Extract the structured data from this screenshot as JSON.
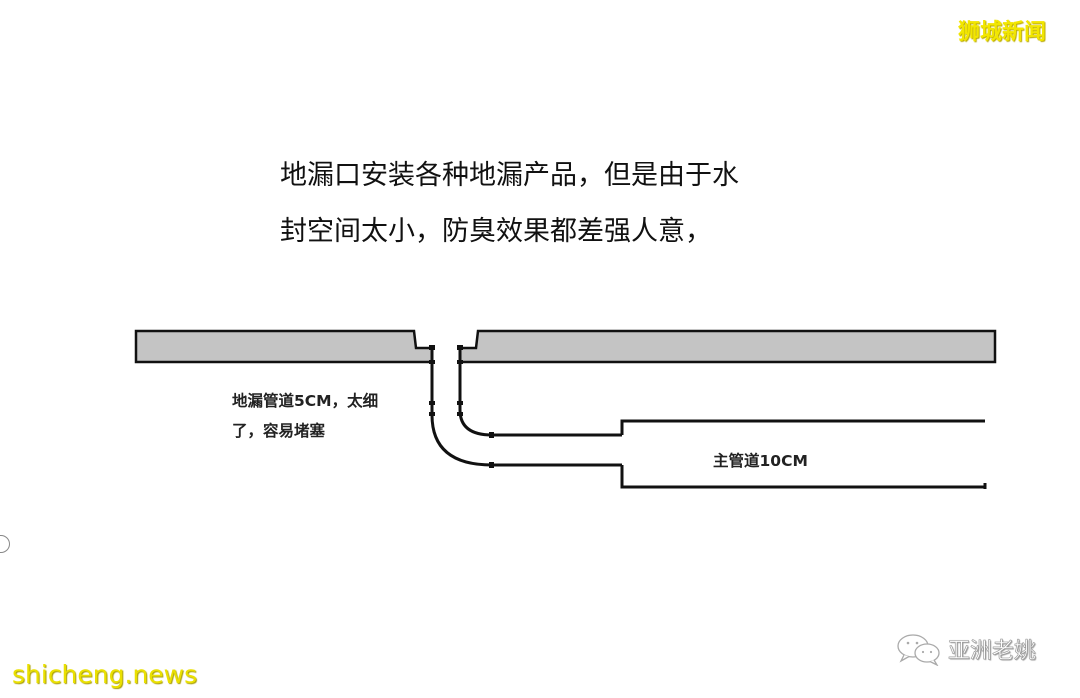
{
  "watermarks": {
    "top_right": "狮城新闻",
    "bottom_left": "shicheng.news",
    "bottom_right": "亚洲老姚",
    "bottom_right_icon": "wechat-icon"
  },
  "headline": {
    "lines": [
      "地漏口安装各种地漏产品，但是由于水",
      "封空间太小，防臭效果都差强人意，"
    ]
  },
  "diagram": {
    "branch_pipe_label": {
      "lines": [
        "地漏管道5CM，太细",
        "了，容易堵塞"
      ]
    },
    "main_pipe_label": "主管道10CM",
    "colors": {
      "slab_fill": "#c4c4c4",
      "stroke": "#111111",
      "watermark_yellow": "#f2e600"
    }
  }
}
